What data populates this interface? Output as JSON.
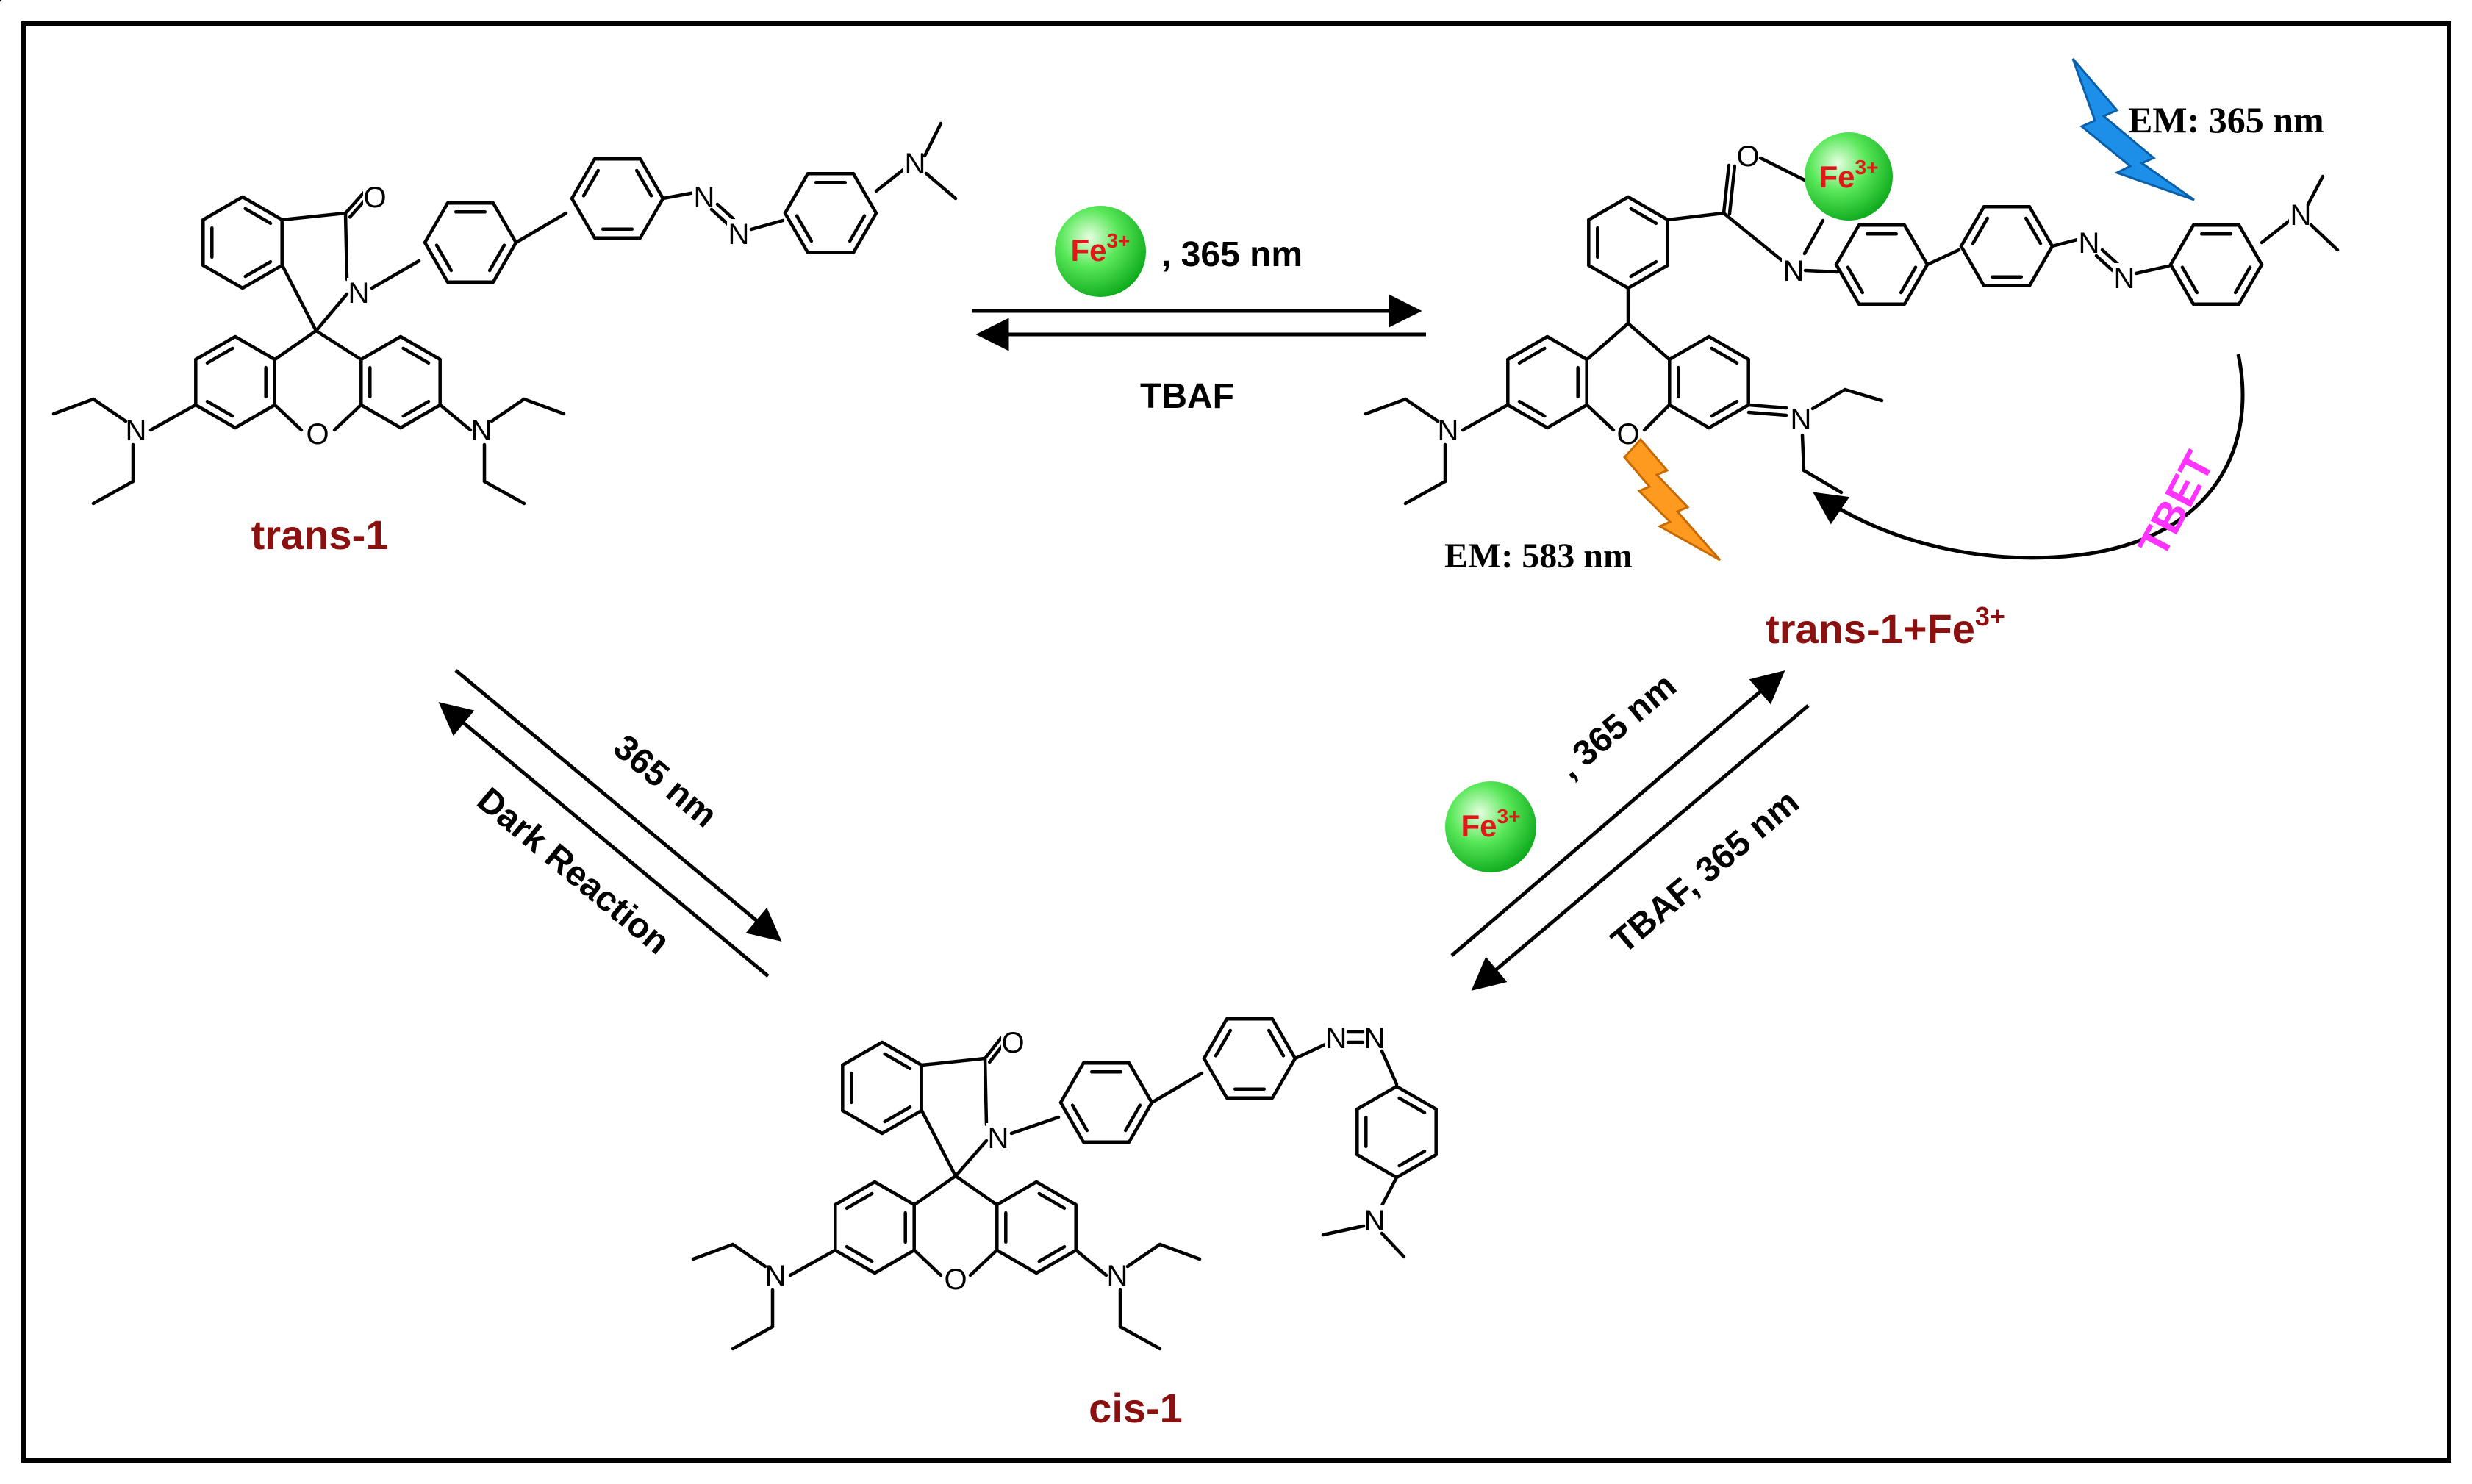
{
  "colors": {
    "compound_label": "#8b1010",
    "fe_text": "#e01818",
    "fe_sphere_light": "#c8ffc0",
    "fe_sphere_dark": "#10c020",
    "tbet": "#ff33ff",
    "lightning_blue": "#1e8fe8",
    "lightning_orange": "#ff9a20",
    "ink": "#000000"
  },
  "compounds": {
    "trans": "trans-1",
    "trans_fe_base": "trans-1+Fe",
    "trans_fe_sup": "3+",
    "cis": "cis-1"
  },
  "fe_ion": {
    "symbol": "Fe",
    "charge": "3+"
  },
  "arrows": {
    "top_forward": ", 365 nm",
    "top_reverse": "TBAF",
    "left_forward": "365 nm",
    "left_reverse": "Dark Reaction",
    "right_forward": ", 365 nm",
    "right_reverse": "TBAF, 365 nm"
  },
  "emission": {
    "excite": "EM: 365 nm",
    "emit": "EM: 583 nm",
    "tbet": "TBET"
  },
  "atoms": {
    "N": "N",
    "O": "O"
  },
  "icons": {
    "fe_sphere": "green-sphere-icon",
    "excitation": "blue-lightning-icon",
    "emission": "orange-lightning-icon"
  }
}
